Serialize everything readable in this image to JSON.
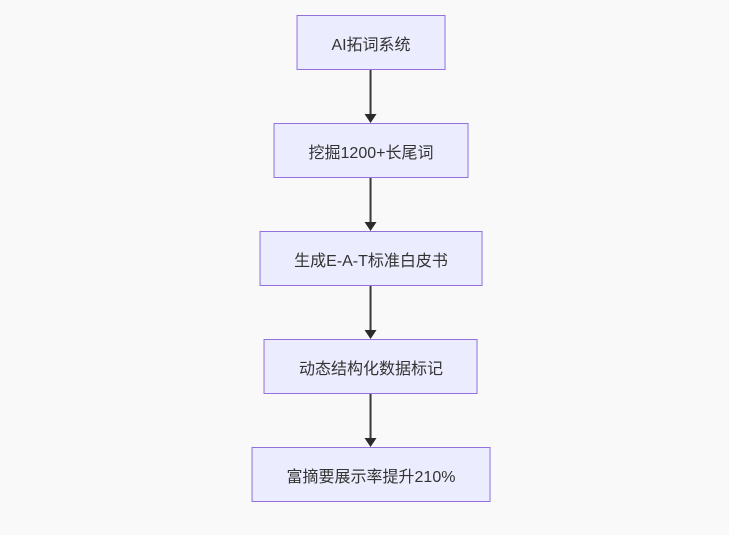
{
  "page": {
    "background_color": "#f9f9f9"
  },
  "flowchart": {
    "type": "flowchart",
    "direction": "top-down",
    "node_fill_color": "#ECECFF",
    "node_border_color": "#9370DB",
    "text_color": "#333333",
    "arrow_color": "#333333",
    "nodes": [
      "AI拓词系统",
      "挖掘1200+长尾词",
      "生成E-A-T标准白皮书",
      "动态结构化数据标记",
      "富摘要展示率提升210%"
    ],
    "edges": [
      {
        "from": "AI拓词系统",
        "to": "挖掘1200+长尾词"
      },
      {
        "from": "挖掘1200+长尾词",
        "to": "生成E-A-T标准白皮书"
      },
      {
        "from": "生成E-A-T标准白皮书",
        "to": "动态结构化数据标记"
      },
      {
        "from": "动态结构化数据标记",
        "to": "富摘要展示率提升210%"
      }
    ]
  }
}
